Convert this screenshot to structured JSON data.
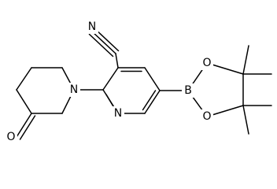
{
  "structure": {
    "atom_labels": {
      "N_nitrile": "N",
      "N_piperidine": "N",
      "N_pyridine": "N",
      "O_ketone": "O",
      "B": "B",
      "O_boronate_top": "O",
      "O_boronate_bottom": "O"
    }
  },
  "colors": {
    "bond": "#000000",
    "atom_text": "#000000",
    "background": "#ffffff"
  }
}
